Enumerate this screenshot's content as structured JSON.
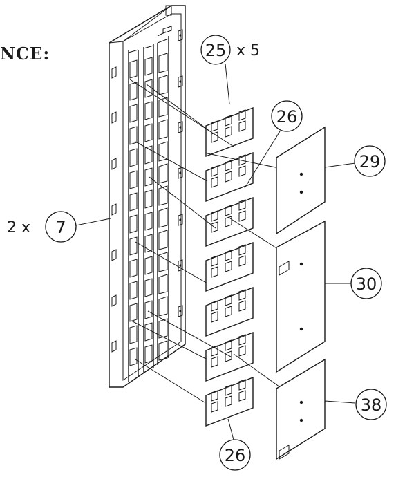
{
  "heading": "NCE:",
  "callouts": {
    "c25": {
      "number": "25",
      "qty": "x 5"
    },
    "c26_top": {
      "number": "26"
    },
    "c29": {
      "number": "29"
    },
    "c7": {
      "number": "7",
      "qty": "2 x"
    },
    "c30": {
      "number": "30"
    },
    "c38": {
      "number": "38"
    },
    "c26_bottom": {
      "number": "26"
    }
  }
}
